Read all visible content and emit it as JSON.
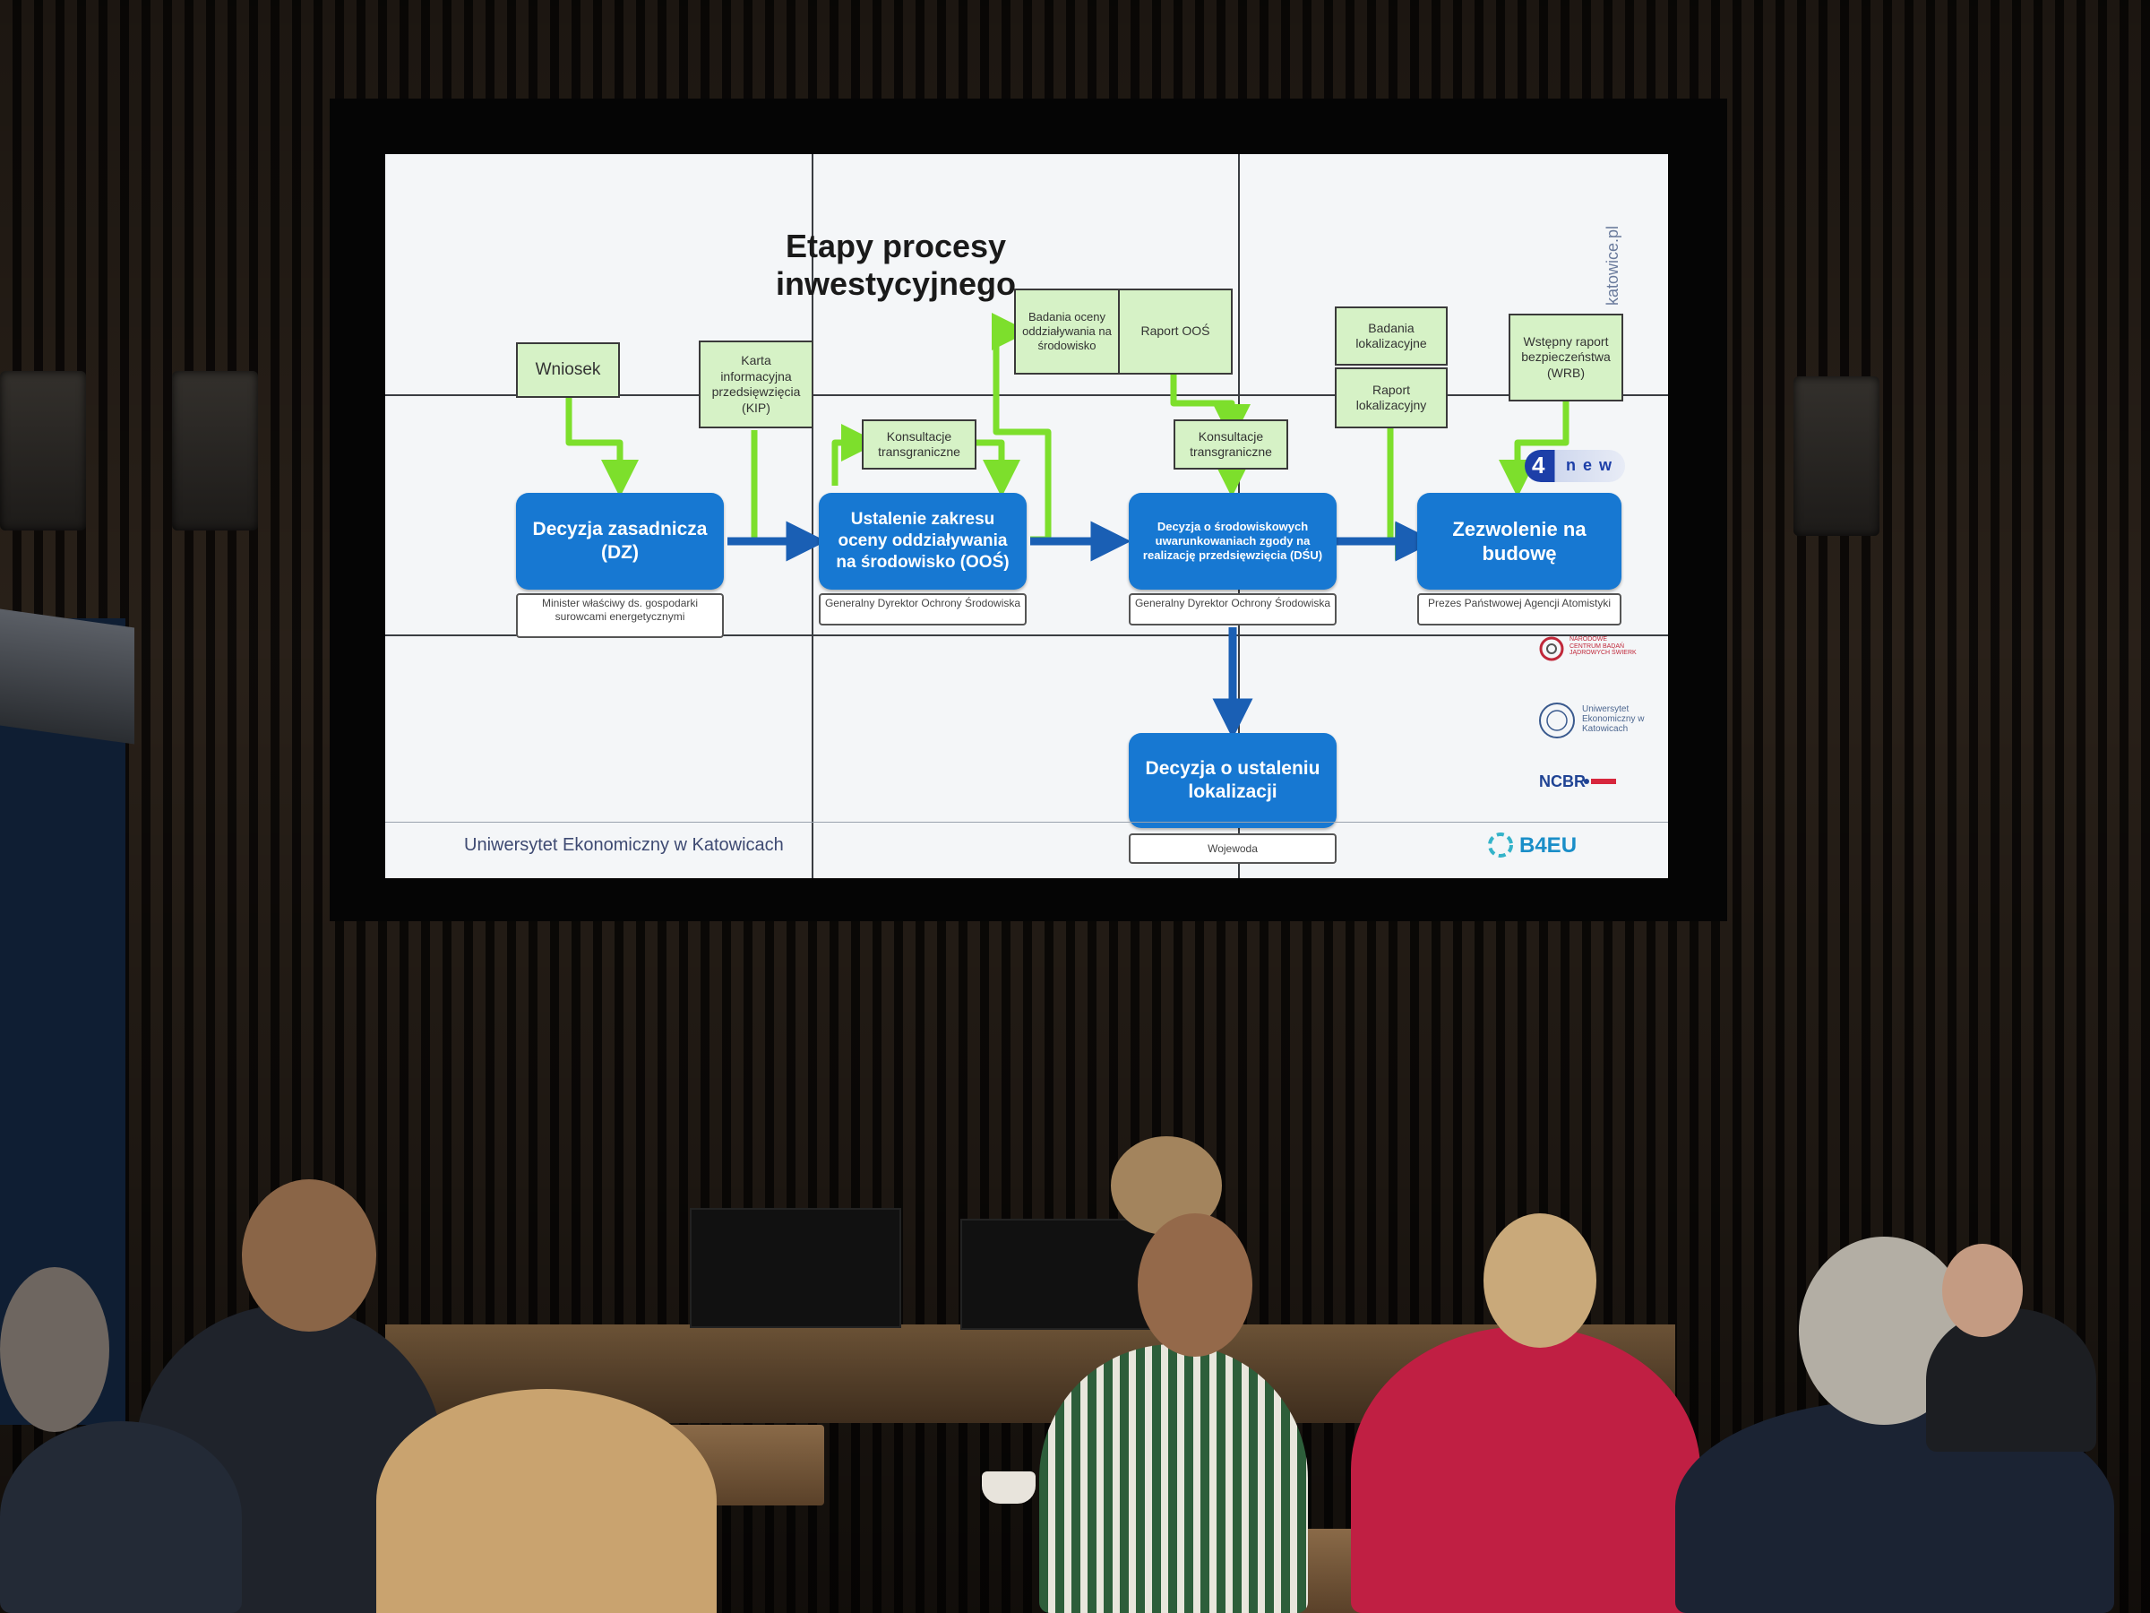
{
  "slide": {
    "title": "Etapy procesy inwestycyjnego",
    "footer": "Uniwersytet Ekonomiczny w Katowicach",
    "side_url": "katowice.pl",
    "inputs": {
      "wniosek": "Wniosek",
      "kip": "Karta informacyjna przedsięwzięcia (KIP)",
      "konsultacje_1": "Konsultacje transgraniczne",
      "badania_oos": "Badania oceny oddziaływania na środowisko",
      "raport_oos": "Raport OOŚ",
      "konsultacje_2": "Konsultacje transgraniczne",
      "badania_lok": "Badania lokalizacyjne",
      "raport_lok": "Raport lokalizacyjny",
      "wrb": "Wstępny raport bezpieczeństwa (WRB)"
    },
    "stages": {
      "dz": "Decyzja zasadnicza (DZ)",
      "oos": "Ustalenie zakresu oceny oddziaływania na środowisko (OOŚ)",
      "dsu": "Decyzja o środowiskowych uwarunkowaniach zgody na realizację przedsięwzięcia (DŚU)",
      "budowa": "Zezwolenie na budowę",
      "lokalizacja": "Decyzja o ustaleniu lokalizacji"
    },
    "owners": {
      "dz": "Minister właściwy ds. gospodarki surowcami energetycznymi",
      "oos": "Generalny Dyrektor Ochrony Środowiska",
      "dsu": "Generalny Dyrektor Ochrony Środowiska",
      "budowa": "Prezes Państwowej Agencji Atomistyki",
      "lokalizacja": "Wojewoda"
    },
    "logos": {
      "four_new_digit": "4",
      "four_new_word": "new",
      "ncn": "NARODOWE CENTRUM BADAŃ JĄDROWYCH ŚWIERK",
      "ue": "Uniwersytet Ekonomiczny w Katowicach",
      "ncbr": "NCBR",
      "b4eu": "B4EU"
    }
  },
  "colors": {
    "stage_blue": "#1778d2",
    "input_green": "#d6f2c6",
    "arrow_green": "#7ddf2c",
    "arrow_blue": "#1a5fb4"
  }
}
